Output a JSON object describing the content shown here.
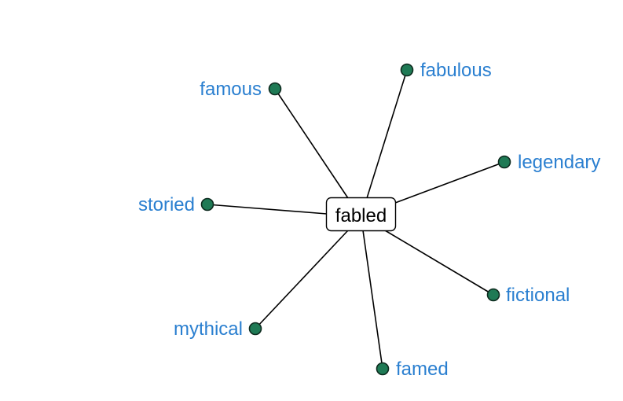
{
  "center": {
    "label": "fabled"
  },
  "nodes": [
    {
      "id": "famous",
      "label": "famous"
    },
    {
      "id": "fabulous",
      "label": "fabulous"
    },
    {
      "id": "legendary",
      "label": "legendary"
    },
    {
      "id": "storied",
      "label": "storied"
    },
    {
      "id": "fictional",
      "label": "fictional"
    },
    {
      "id": "mythical",
      "label": "mythical"
    },
    {
      "id": "famed",
      "label": "famed"
    }
  ],
  "colors": {
    "label_text": "#2a7fd0",
    "node_fill": "#1f7a55",
    "node_stroke": "#0d2a1e",
    "edge": "#000000"
  }
}
